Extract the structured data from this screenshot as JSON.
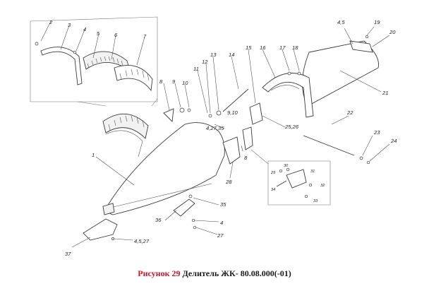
{
  "caption": {
    "figure_label": "Рисунок 29",
    "title": "Делитель ЖК- 80.08.000(-01)"
  },
  "callouts": {
    "c1": "1",
    "c2": "2",
    "c3": "3",
    "c4": "4",
    "c5": "5",
    "c6": "6",
    "c7": "7",
    "c8": "8",
    "c9": "9",
    "c10": "10",
    "c11": "11",
    "c12": "12",
    "c13": "13",
    "c14": "14",
    "c15": "15",
    "c16": "16",
    "c17": "17",
    "c18": "18",
    "c19": "19",
    "c20": "20",
    "c21": "21",
    "c22": "22",
    "c23": "23",
    "c24": "24",
    "c4_5": "4,5",
    "c9_10": "9,10",
    "c4_27_35": "4,27,35",
    "c25_26": "25,26",
    "c28": "28",
    "c8b": "8",
    "c35": "35",
    "c36": "36",
    "c4b": "4",
    "c27": "27",
    "c37": "37",
    "c4_5_27": "4,5,27",
    "d29": "29",
    "d30": "30",
    "d31": "31",
    "d32": "32",
    "d33": "33",
    "d34": "34"
  },
  "colors": {
    "caption_figure": "#d0142c",
    "caption_title": "#1a1a1a",
    "lines": "#3a3a3a"
  }
}
